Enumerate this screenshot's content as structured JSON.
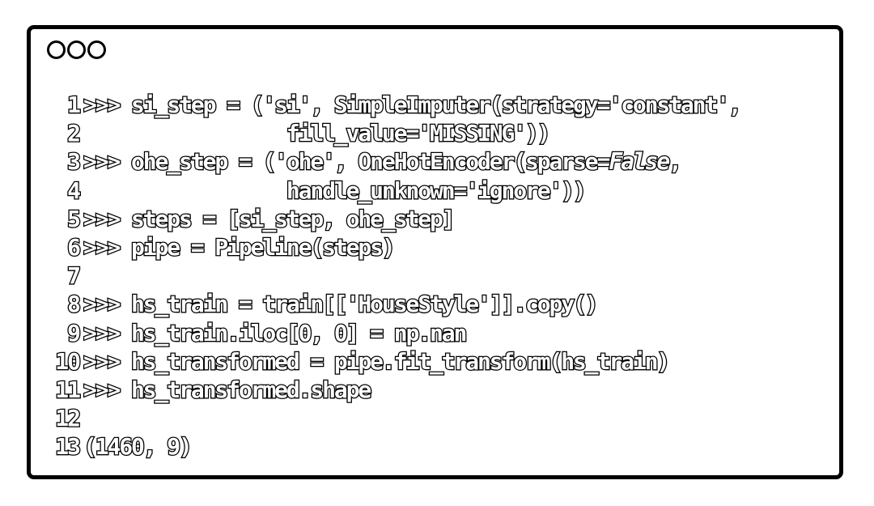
{
  "window": {
    "controls": [
      "close",
      "minimize",
      "maximize"
    ]
  },
  "code": {
    "lines": [
      {
        "num": "1",
        "text": ">>> si_step = ('si', SimpleImputer(strategy='constant',"
      },
      {
        "num": "2",
        "text": "                 fill_value='MISSING'))"
      },
      {
        "num": "3",
        "text": ">>> ohe_step = ('ohe', OneHotEncoder(sparse=",
        "italic": "False",
        "tail": ","
      },
      {
        "num": "4",
        "text": "                 handle_unknown='ignore'))"
      },
      {
        "num": "5",
        "text": ">>> steps = [si_step, ohe_step]"
      },
      {
        "num": "6",
        "text": ">>> pipe = Pipeline(steps)"
      },
      {
        "num": "7",
        "text": ""
      },
      {
        "num": "8",
        "text": ">>> hs_train = train[['HouseStyle']].copy()"
      },
      {
        "num": "9",
        "text": ">>> hs_train.iloc[0, 0] = np.nan"
      },
      {
        "num": "10",
        "text": ">>> hs_transformed = pipe.fit_transform(hs_train)"
      },
      {
        "num": "11",
        "text": ">>> hs_transformed.shape"
      },
      {
        "num": "12",
        "text": ""
      },
      {
        "num": "13",
        "text": "(1460, 9)"
      }
    ]
  }
}
